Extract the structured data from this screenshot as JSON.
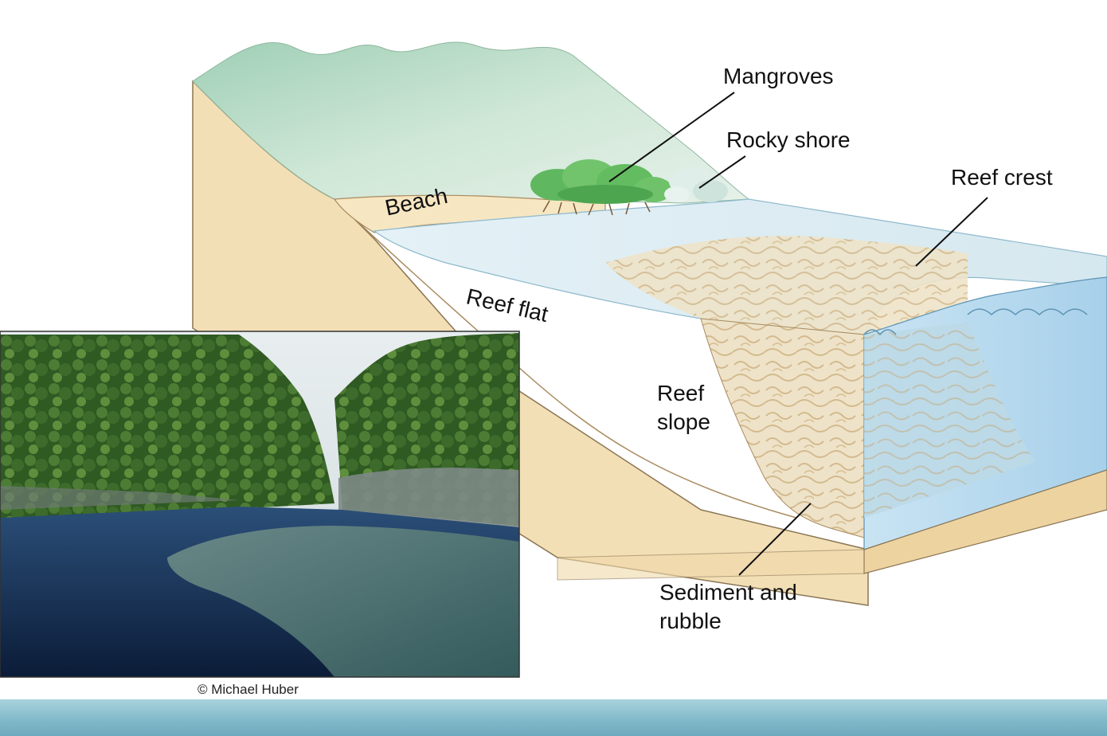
{
  "labels": {
    "mangroves": "Mangroves",
    "rocky_shore": "Rocky shore",
    "reef_crest": "Reef crest",
    "beach": "Beach",
    "reef_flat": "Reef flat",
    "reef_slope_line1": "Reef",
    "reef_slope_line2": "slope",
    "sediment_line1": "Sediment and",
    "sediment_line2": "rubble"
  },
  "photo_credit": "© Michael Huber",
  "colors": {
    "land_green": "#bfe0c8",
    "sand": "#f1ddb3",
    "sand_dark": "#e5c995",
    "water_light": "#d6ebf5",
    "water_deep": "#a8d2ec",
    "reef": "#e8dcc0",
    "photo_water": "#12284a",
    "photo_forest": "#2f5a22",
    "band": "#7fb8c8"
  }
}
